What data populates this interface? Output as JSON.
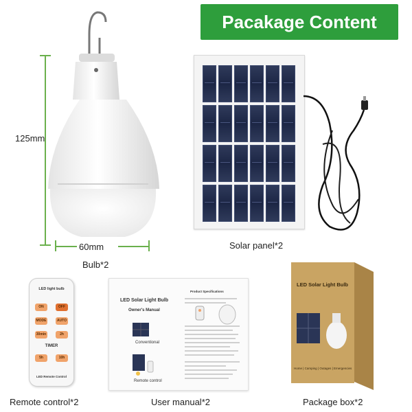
{
  "banner": {
    "title": "Pacakage Content"
  },
  "dimensions": {
    "height": "125mm",
    "width": "60mm"
  },
  "captions": {
    "bulb": "Bulb*2",
    "solar_panel": "Solar panel*2",
    "remote": "Remote control*2",
    "manual": "User manual*2",
    "box": "Package box*2"
  },
  "remote": {
    "title": "LED light bulb",
    "buttons": [
      "ON",
      "OFF",
      "MODE",
      "AUTO",
      "30min",
      "2h",
      "5h",
      "10h"
    ],
    "timer_label": "TIMER",
    "footer": "LED Remote Control"
  },
  "manual": {
    "title": "LED Solar Light Bulb",
    "subtitle": "Owner's Manual",
    "label_conventional": "Conventional",
    "label_remote": "Remote control",
    "spec_heading": "Product Specifications"
  },
  "box": {
    "title": "LED Solar Light Bulb",
    "tagline": "Home | Camping | Outages | Emergencies"
  },
  "colors": {
    "banner_green": "#2e9e3c",
    "dim_green": "#6ab04c",
    "remote_button": "#f0a36a",
    "box_kraft": "#c9a463"
  }
}
